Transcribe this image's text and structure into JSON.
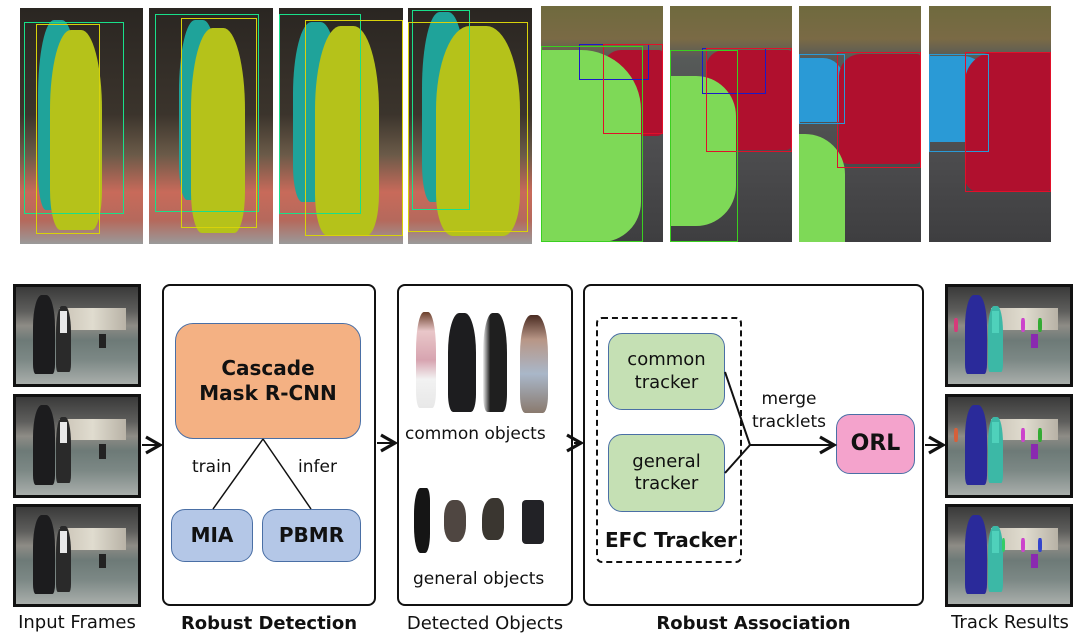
{
  "top_strip": {
    "pedestrian_frames": [
      {
        "label": "pedestrian-frame-1"
      },
      {
        "label": "pedestrian-frame-2"
      },
      {
        "label": "pedestrian-frame-3"
      },
      {
        "label": "pedestrian-frame-4"
      }
    ],
    "vehicle_frames": [
      {
        "label": "vehicle-frame-1"
      },
      {
        "label": "vehicle-frame-2"
      },
      {
        "label": "vehicle-frame-3"
      },
      {
        "label": "vehicle-frame-4"
      }
    ],
    "colors": {
      "ped_front_mask": "#b5c21a",
      "ped_back_mask": "#1fa39a",
      "ped_box_green": "#19e08a",
      "ped_box_yellow": "#d8d20a",
      "car_green": "#7ed957",
      "car_red": "#b0102e",
      "car_blue_mask": "#2a9ad6",
      "box_red": "#e0102a",
      "box_blue": "#1a1ac8",
      "box_green": "#3ad020"
    }
  },
  "pipeline": {
    "input": {
      "caption": "Input Frames"
    },
    "detection": {
      "caption": "Robust Detection",
      "main_model": "Cascade\nMask R-CNN",
      "main_model_line1": "Cascade",
      "main_model_line2": "Mask R-CNN",
      "train_label": "train",
      "infer_label": "infer",
      "train_module": "MIA",
      "infer_module": "PBMR"
    },
    "objects": {
      "caption": "Detected Objects",
      "common_label": "common objects",
      "general_label": "general objects"
    },
    "association": {
      "caption": "Robust Association",
      "tracker_group": "EFC Tracker",
      "common_tracker_l1": "common",
      "common_tracker_l2": "tracker",
      "general_tracker_l1": "general",
      "general_tracker_l2": "tracker",
      "merge_l1": "merge",
      "merge_l2": "tracklets",
      "refine": "ORL"
    },
    "output": {
      "caption": "Track Results"
    },
    "colors": {
      "cascade": "#f4b183",
      "module_blue": "#b4c7e7",
      "tracker_green": "#c5e0b4",
      "orl_pink": "#f4a3cc",
      "node_border": "#4a6fa5"
    }
  }
}
